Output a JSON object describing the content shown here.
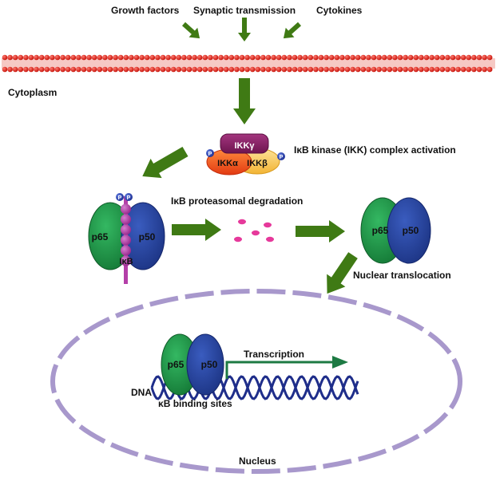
{
  "signals": {
    "growth_factors": "Growth factors",
    "synaptic_transmission": "Synaptic transmission",
    "cytokines": "Cytokines"
  },
  "cytoplasm": "Cytoplasm",
  "ikk": {
    "gamma": "IKKγ",
    "alpha": "IKKα",
    "beta": "IKKβ",
    "label": "IκB kinase (IKK) complex activation",
    "phospho": "P"
  },
  "complex_inhibited": {
    "p65": "p65",
    "p50": "p50",
    "ikb": "IκB",
    "phospho": "P"
  },
  "degradation_label": "IκB proteasomal degradation",
  "free_dimer": {
    "p65": "p65",
    "p50": "p50"
  },
  "nuclear_translocation": "Nuclear translocation",
  "nucleus": {
    "label": "Nucleus",
    "dna": "DNA",
    "binding_sites": "κB binding sites",
    "transcription": "Transcription",
    "p65": "p65",
    "p50": "p50"
  },
  "colors": {
    "arrow": "#3f7a14",
    "membrane": "#e8241c",
    "p65": "#1f9b4a",
    "p50": "#2a4aa3",
    "ikb": "#b43fa8",
    "nucleus": "#a898cc",
    "dna": "#1e2d8a",
    "degraded": "#e6399b"
  }
}
